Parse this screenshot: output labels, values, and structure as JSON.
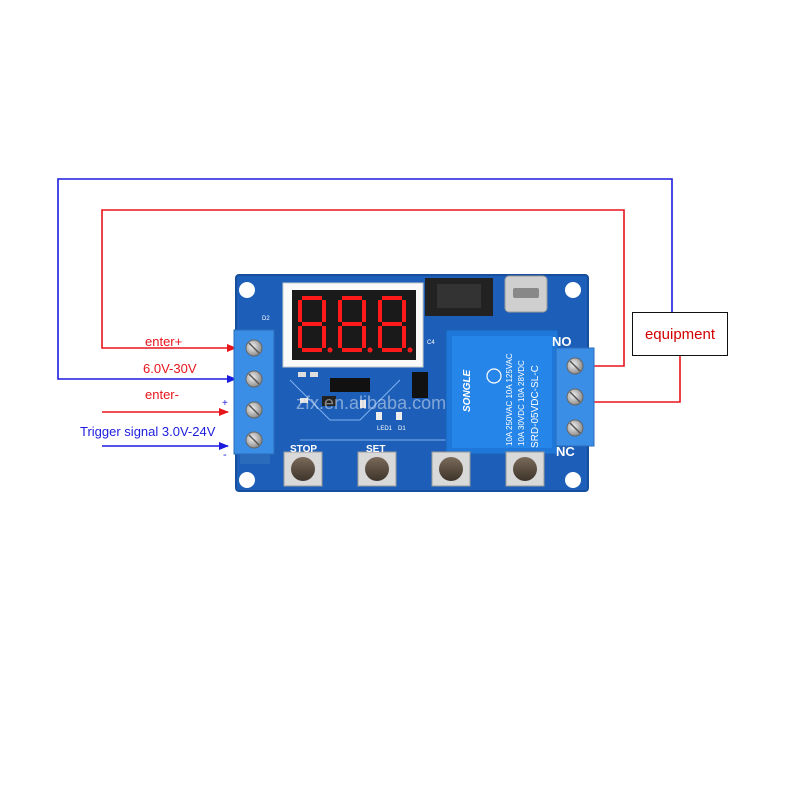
{
  "labels": {
    "enter_plus": "enter+",
    "voltage": "6.0V-30V",
    "enter_minus": "enter-",
    "trigger": "Trigger signal 3.0V-24V",
    "plus": "+",
    "minus": "-",
    "equipment": "equipment"
  },
  "board": {
    "stop": "STOP",
    "set": "SET",
    "no": "NO",
    "nc": "NC",
    "relay_brand": "SONGLE",
    "relay_model": "SRD-05VDC-SL-C",
    "relay_rating_1": "10A 250VAC  10A 125VAC",
    "relay_rating_2": "10A 30VDC   10A 28VDC",
    "watermark": "zfx.en.alibaba.com",
    "led": "LED1",
    "d2": "D2",
    "c4": "C4",
    "d1": "D1"
  },
  "colors": {
    "red_wire": "#e8141b",
    "blue_wire": "#1c1ce0",
    "pcb": "#1d5fb8",
    "terminal": "#3a8ee6",
    "display_digit": "#ff1a1a"
  }
}
